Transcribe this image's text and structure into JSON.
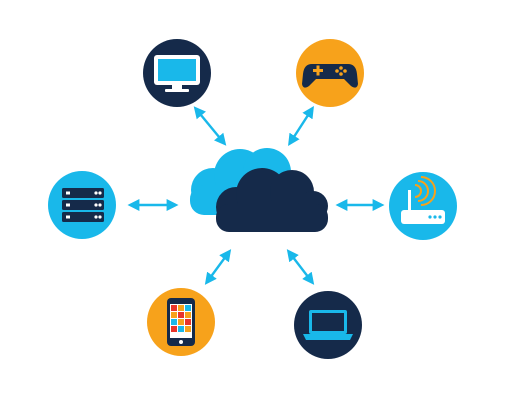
{
  "colors": {
    "navy": "#152a4a",
    "cyan": "#19b8ea",
    "orange": "#f7a21b",
    "white": "#ffffff"
  },
  "nodes": [
    {
      "id": "monitor",
      "icon": "monitor-icon",
      "circle_color": "navy"
    },
    {
      "id": "gamepad",
      "icon": "gamepad-icon",
      "circle_color": "orange"
    },
    {
      "id": "server",
      "icon": "server-rack-icon",
      "circle_color": "cyan"
    },
    {
      "id": "router",
      "icon": "wifi-router-icon",
      "circle_color": "cyan"
    },
    {
      "id": "smartphone",
      "icon": "smartphone-icon",
      "circle_color": "orange"
    },
    {
      "id": "laptop",
      "icon": "laptop-icon",
      "circle_color": "navy"
    }
  ],
  "center": {
    "icon": "cloud-icon"
  },
  "connector_style": "double-headed-arrow"
}
